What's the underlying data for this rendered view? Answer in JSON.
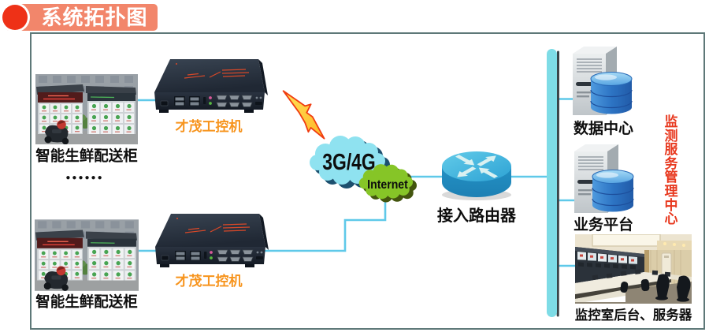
{
  "header": {
    "title": "系统拓扑图"
  },
  "nodes": {
    "cabinet_top": {
      "label": "智能生鲜配送柜",
      "type": "photo"
    },
    "cabinet_bottom": {
      "label": "智能生鲜配送柜",
      "type": "photo"
    },
    "ellipsis": "●●●●●●",
    "ipc_top": {
      "label": "才茂工控机",
      "type": "device"
    },
    "ipc_bottom": {
      "label": "才茂工控机",
      "type": "device"
    },
    "cloud_3g4g": {
      "label": "3G/4G"
    },
    "cloud_internet": {
      "label": "Internet"
    },
    "router": {
      "label": "接入路由器"
    },
    "data_center": {
      "label": "数据中心"
    },
    "business_platform": {
      "label": "业务平台"
    },
    "monitor_room": {
      "label": "监控室后台、服务器",
      "type": "photo"
    },
    "management_center": {
      "label": "监测服务管理中心"
    }
  },
  "colors": {
    "banner": "#f2866b",
    "banner_dot": "#ee3117",
    "frame": "#5e7878",
    "wire": "#5fc9e9",
    "bus": "#7edce6",
    "ipc_label": "#f7941d",
    "cloud_blue": "#8fe2f0",
    "cloud_green": "#86c527",
    "router_blue": "#2b9fce",
    "mgmt_text": "#e8391f"
  }
}
